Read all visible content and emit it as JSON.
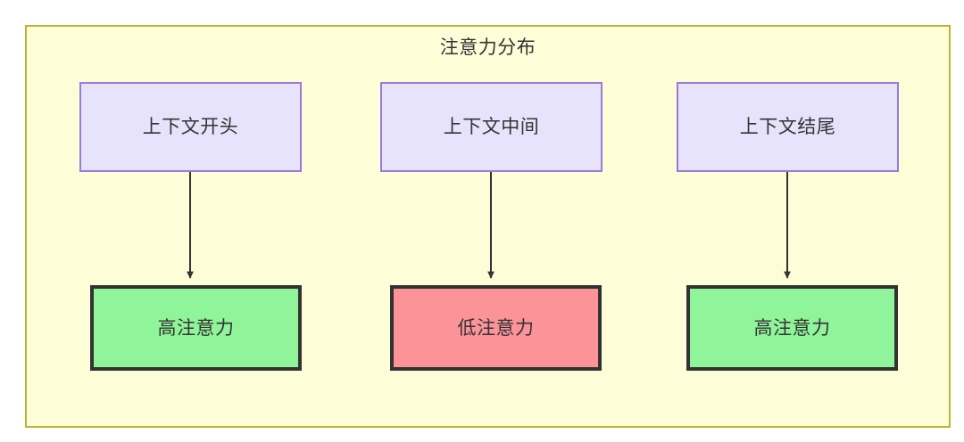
{
  "diagram": {
    "title": "注意力分布",
    "background_color": "#fdfdd8",
    "border_color": "#bdb334",
    "nodes": {
      "context_start": {
        "label": "上下文开头",
        "fill": "#e7e3fd",
        "stroke": "#9a78dd"
      },
      "context_middle": {
        "label": "上下文中间",
        "fill": "#e7e3fd",
        "stroke": "#9a78dd"
      },
      "context_end": {
        "label": "上下文结尾",
        "fill": "#e7e3fd",
        "stroke": "#9a78dd"
      },
      "attention_start": {
        "label": "高注意力",
        "fill": "#90f49a",
        "stroke": "#333333"
      },
      "attention_middle": {
        "label": "低注意力",
        "fill": "#fb9399",
        "stroke": "#333333"
      },
      "attention_end": {
        "label": "高注意力",
        "fill": "#90f49a",
        "stroke": "#333333"
      }
    },
    "edges": [
      {
        "from": "context_start",
        "to": "attention_start",
        "label": ""
      },
      {
        "from": "context_middle",
        "to": "attention_middle",
        "label": ""
      },
      {
        "from": "context_end",
        "to": "attention_end",
        "label": ""
      }
    ]
  }
}
